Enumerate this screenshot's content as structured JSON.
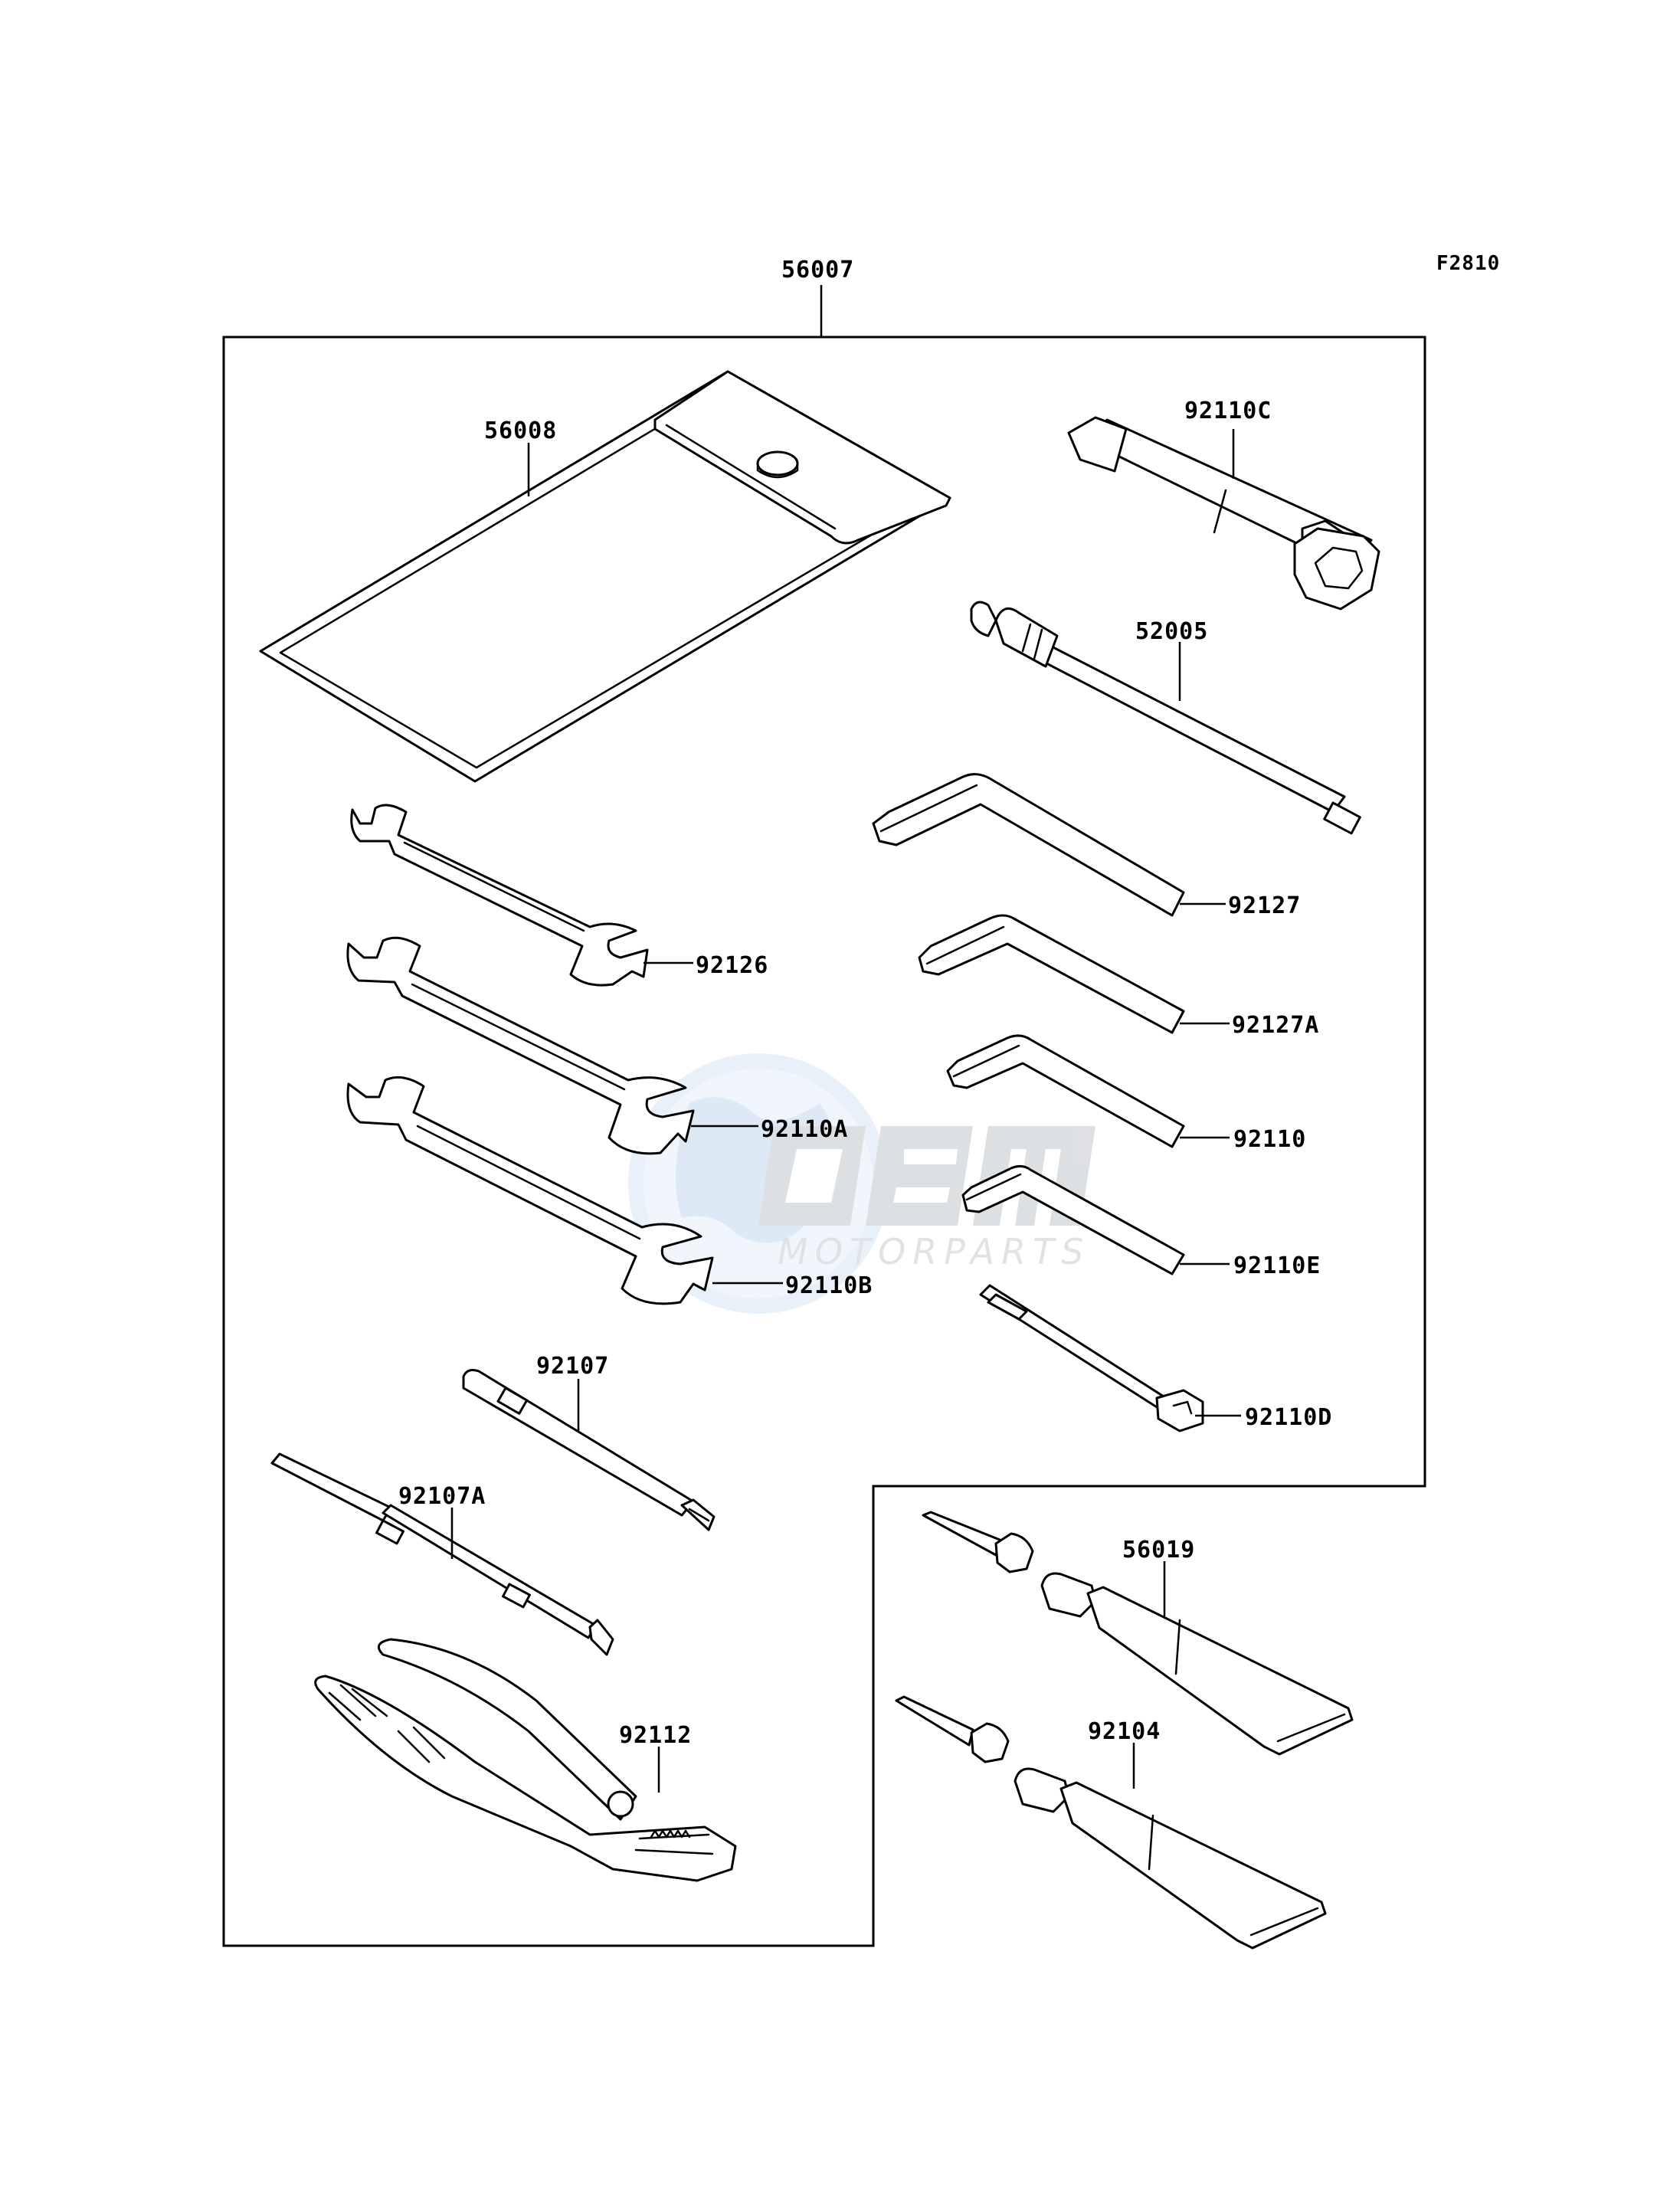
{
  "figure_id": "F2810",
  "watermark": {
    "brand": "OEM",
    "subtitle": "MOTORPARTS"
  },
  "parts": {
    "kit": "56007",
    "tool_bag": "56008",
    "plug_wrench": "92110C",
    "tire_gauge": "52005",
    "wrench_92126": "92126",
    "wrench_92110A": "92110A",
    "wrench_92110B": "92110B",
    "hex_key_92127": "92127",
    "hex_key_92127A": "92127A",
    "hex_key_92110": "92110",
    "hex_key_92110E": "92110E",
    "spoke_wrench_92110D": "92110D",
    "screwdriver_92107": "92107",
    "screwdriver_92107A": "92107A",
    "pliers": "92112",
    "repair_tube_56019": "56019",
    "repair_tube_92104": "92104"
  }
}
